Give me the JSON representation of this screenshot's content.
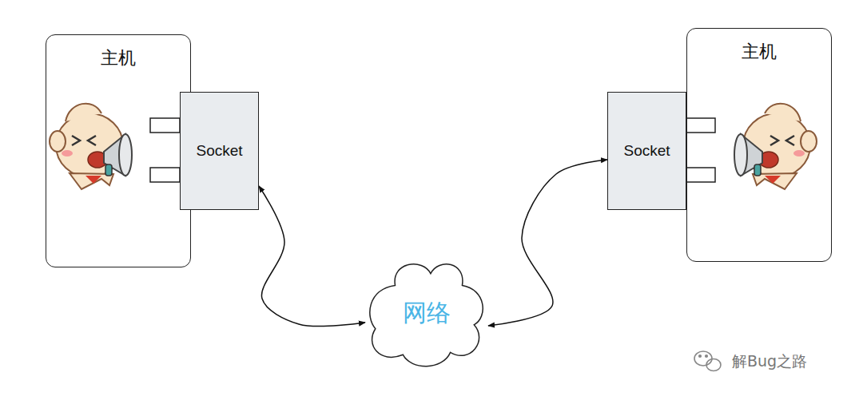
{
  "diagram": {
    "nodes": [
      {
        "text": [
          "主机"
        ]
      },
      {
        "text": [
          "Socket"
        ],
        "in": 0
      },
      {
        "text": [
          "主机"
        ]
      },
      {
        "text": [
          "Socket"
        ],
        "in": 2
      },
      {
        "text": [
          "网络"
        ]
      }
    ],
    "edges": [
      {
        "from": 1,
        "to": 4,
        "arrow": "both"
      },
      {
        "from": 4,
        "to": 3,
        "arrow": "both"
      }
    ],
    "labels": [
      "解Bug之路"
    ]
  }
}
